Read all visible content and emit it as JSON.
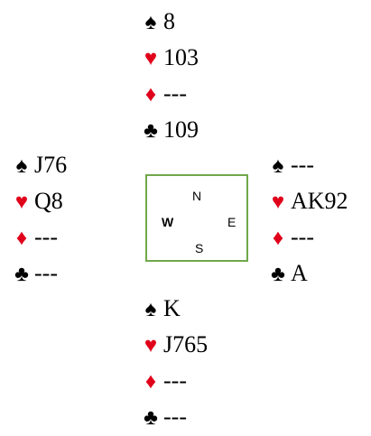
{
  "colors": {
    "red_suit": "#e0001a",
    "black_suit": "#000000",
    "compass_border": "#70a84a"
  },
  "suits": {
    "spades": "♠",
    "hearts": "♥",
    "diamonds": "♦",
    "clubs": "♣"
  },
  "hands": {
    "north": {
      "spades": "8",
      "hearts": "103",
      "diamonds": "---",
      "clubs": "109"
    },
    "west": {
      "spades": "J76",
      "hearts": "Q8",
      "diamonds": "---",
      "clubs": "---"
    },
    "east": {
      "spades": "---",
      "hearts": "AK92",
      "diamonds": "---",
      "clubs": "A"
    },
    "south": {
      "spades": "K",
      "hearts": "J765",
      "diamonds": "---",
      "clubs": "---"
    }
  },
  "compass": {
    "north": "N",
    "west": "W",
    "east": "E",
    "south": "S"
  }
}
